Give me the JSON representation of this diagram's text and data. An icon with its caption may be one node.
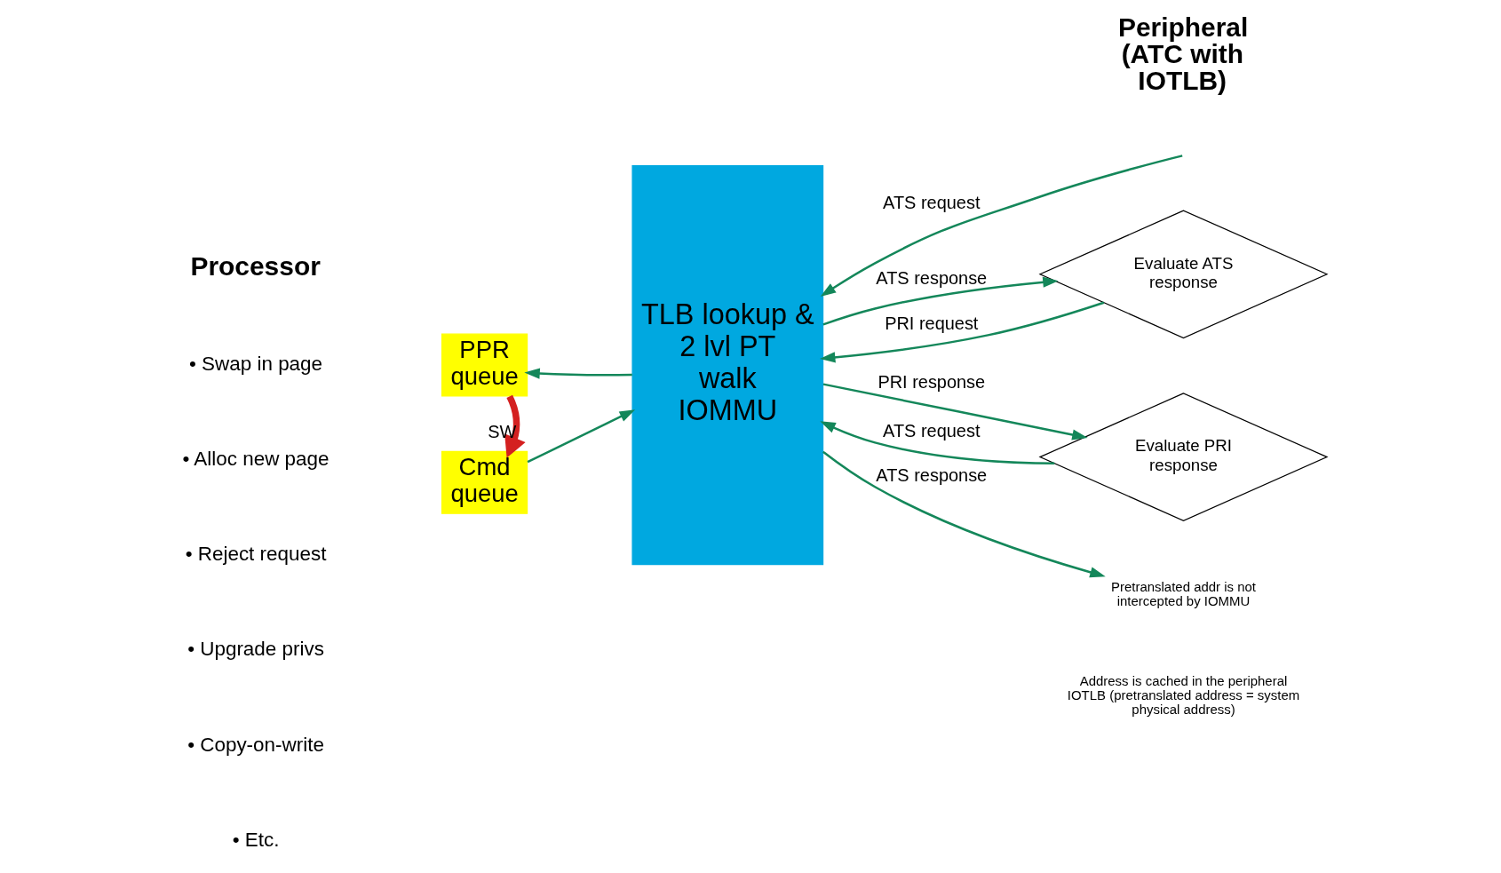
{
  "diagram": {
    "nodes": [
      {
        "text": [
          "TLB lookup & 2 lvl PT walk",
          "IOMMU"
        ]
      },
      {
        "text": [
          "PPR queue"
        ]
      },
      {
        "text": [
          "Cmd queue"
        ]
      },
      {
        "text": [
          "Evaluate ATS response"
        ]
      },
      {
        "text": [
          "Evaluate PRI response"
        ]
      },
      {
        "text": [
          "Pretranslated addr is not intercepted by IOMMU"
        ]
      }
    ],
    "edges": [
      {
        "from": null,
        "to": 0,
        "arrow": "to",
        "label": "ATS request"
      },
      {
        "from": 0,
        "to": 3,
        "arrow": "to",
        "label": "ATS response"
      },
      {
        "from": 3,
        "to": 0,
        "arrow": "to",
        "label": "PRI request"
      },
      {
        "from": 0,
        "to": 1,
        "arrow": "to"
      },
      {
        "from": 1,
        "to": 2,
        "arrow": "to",
        "label": "SW",
        "style": "thick",
        "color": "#d42020"
      },
      {
        "from": 2,
        "to": 0,
        "arrow": "to"
      },
      {
        "from": 0,
        "to": 4,
        "arrow": "to",
        "label": "PRI response"
      },
      {
        "from": 4,
        "to": 0,
        "arrow": "to",
        "label": "ATS request"
      },
      {
        "from": 0,
        "to": 5,
        "arrow": "to",
        "label": "ATS response"
      }
    ],
    "labels": [
      "Processor",
      "Peripheral (ATC with IOTLB)",
      "• Swap in page",
      "• Alloc new page",
      "• Reject request",
      "• Upgrade privs",
      "• Copy-on-write",
      "• Etc.",
      "Address is cached in the peripheral IOTLB (pretranslated address = system physical address)"
    ]
  }
}
